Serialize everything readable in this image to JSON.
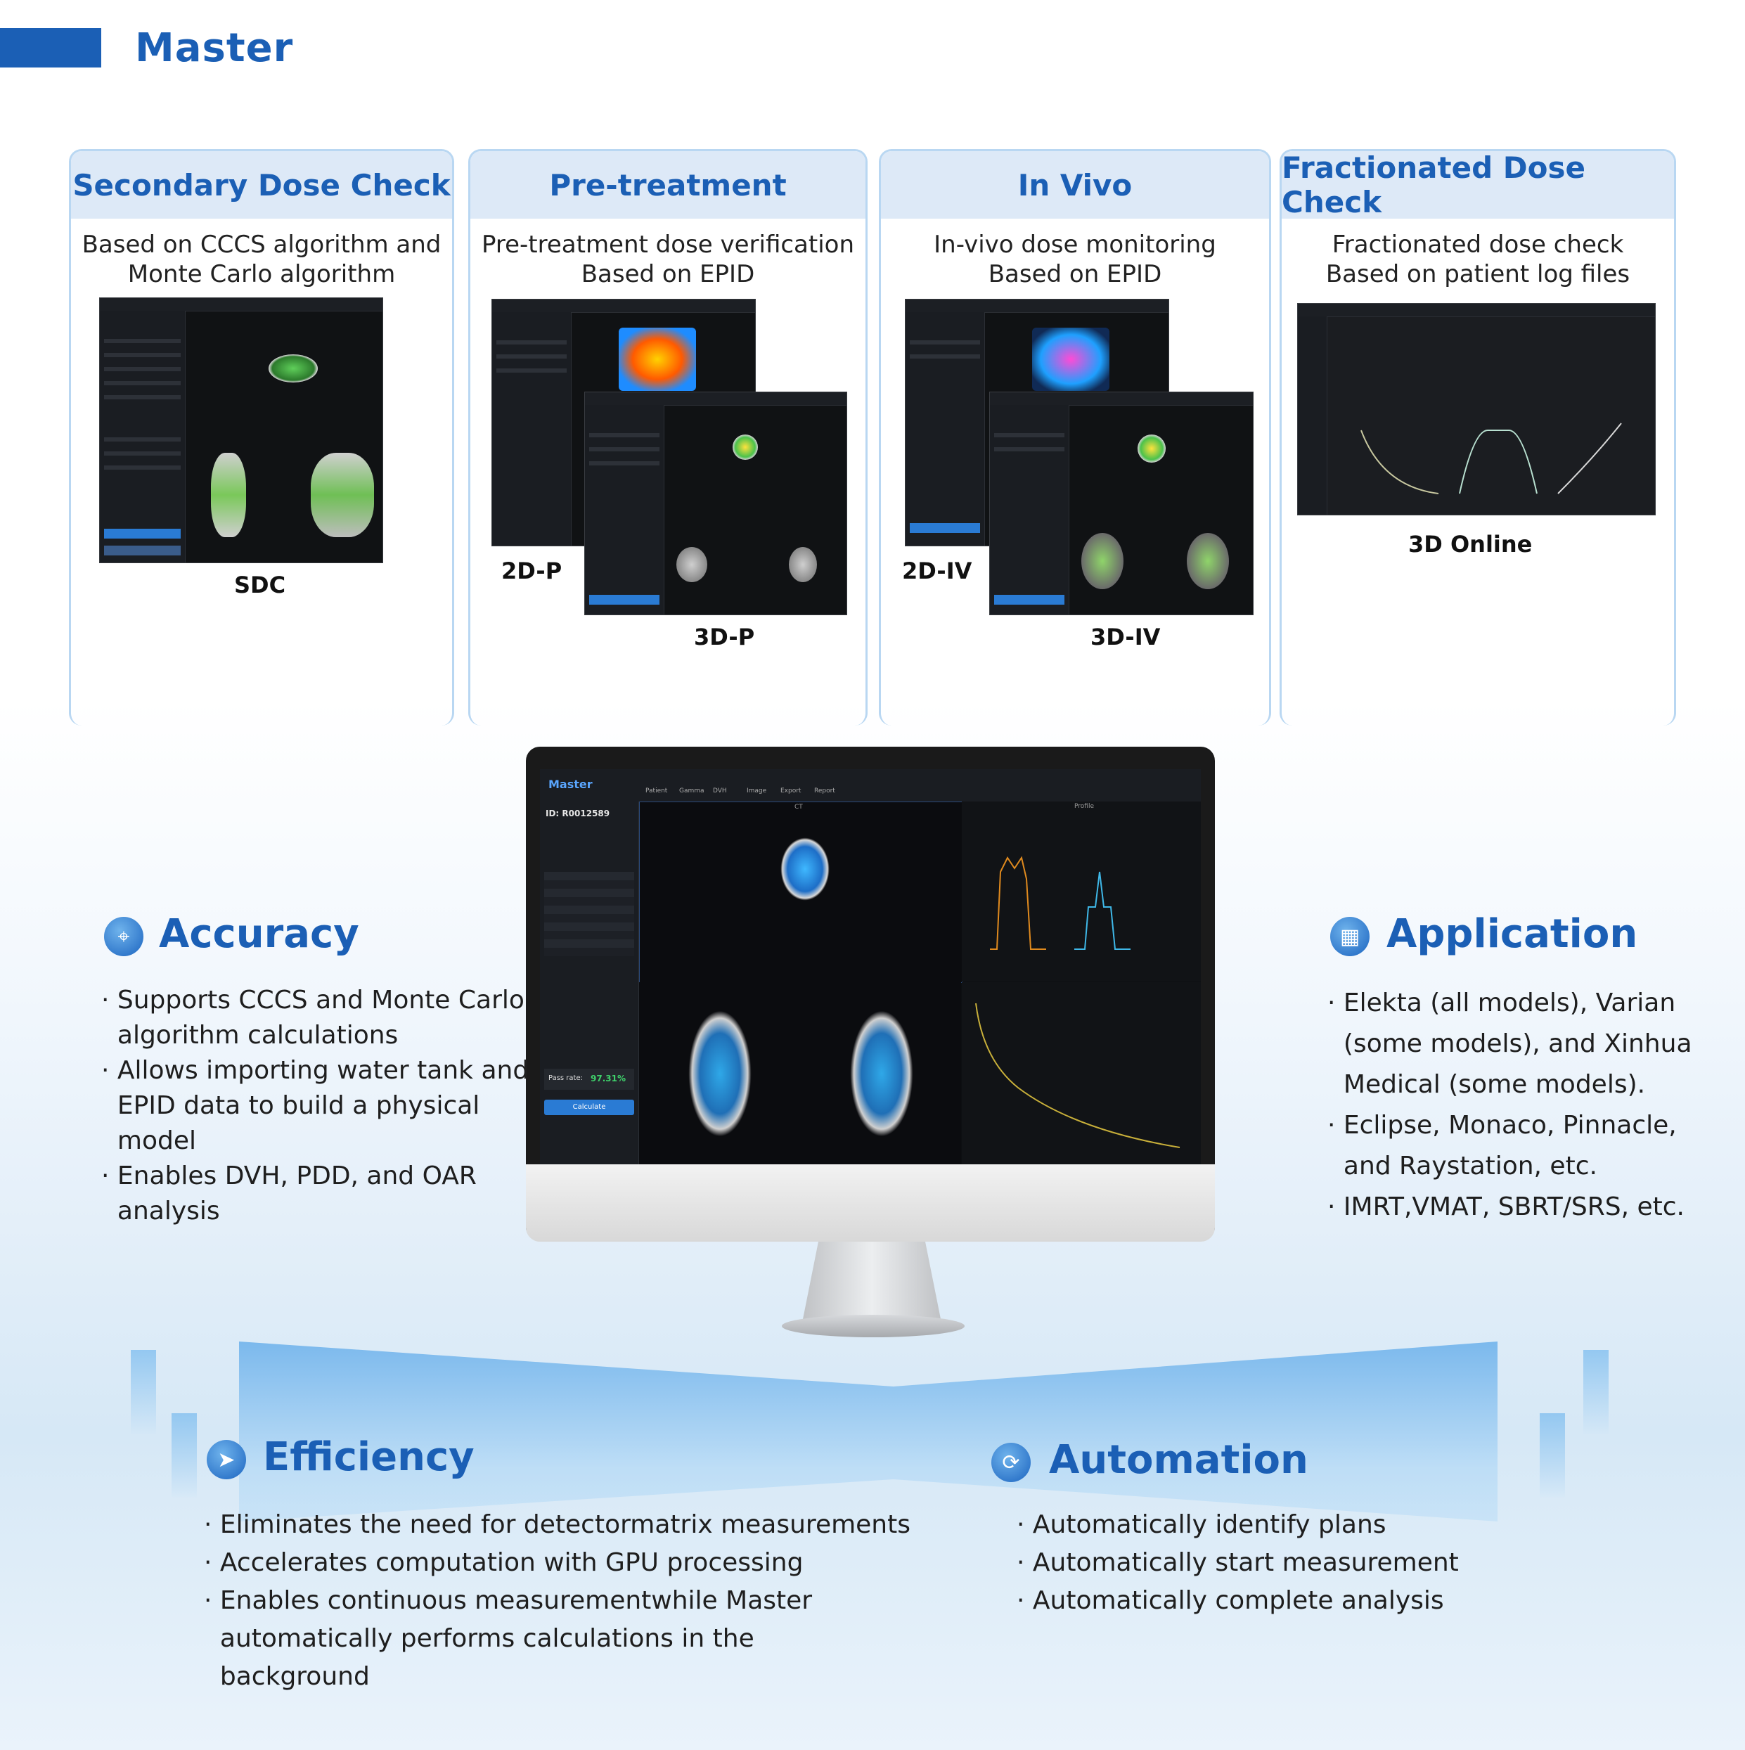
{
  "header": {
    "title": "Master"
  },
  "cards": [
    {
      "title": "Secondary Dose Check",
      "desc": [
        "Based on CCCS algorithm and",
        "Monte Carlo algorithm"
      ],
      "captions": [
        "SDC"
      ]
    },
    {
      "title": "Pre-treatment",
      "desc": [
        "Pre-treatment dose verification",
        "Based on EPID"
      ],
      "captions": [
        "2D-P",
        "3D-P"
      ]
    },
    {
      "title": "In Vivo",
      "desc": [
        "In-vivo dose monitoring",
        "Based on EPID"
      ],
      "captions": [
        "2D-IV",
        "3D-IV"
      ]
    },
    {
      "title": "Fractionated Dose Check",
      "desc": [
        "Fractionated dose check",
        "Based on patient log files"
      ],
      "captions": [
        "3D Online"
      ]
    }
  ],
  "features": {
    "accuracy": {
      "title": "Accuracy",
      "icon": "crosshair-icon",
      "bullets": [
        "· Supports CCCS and Monte Carlo",
        "  algorithm calculations",
        "· Allows importing water tank and",
        "  EPID data to build a physical",
        "  model",
        "· Enables DVH, PDD, and OAR",
        "  analysis"
      ]
    },
    "application": {
      "title": "Application",
      "icon": "grid-apps-icon",
      "bullets": [
        "· Elekta (all models), Varian",
        "  (some models), and Xinhua",
        "  Medical (some models).",
        "· Eclipse, Monaco, Pinnacle,",
        "  and Raystation, etc.",
        "· IMRT,VMAT, SBRT/SRS, etc."
      ]
    },
    "efficiency": {
      "title": "Efficiency",
      "icon": "paper-plane-icon",
      "bullets": [
        "· Eliminates the need for detectormatrix measurements",
        "· Accelerates computation with GPU processing",
        "· Enables continuous measurementwhile Master",
        "  automatically performs calculations in the",
        "  background"
      ]
    },
    "automation": {
      "title": "Automation",
      "icon": "refresh-icon",
      "bullets": [
        "· Automatically identify plans",
        "· Automatically start measurement",
        "· Automatically complete analysis"
      ]
    }
  },
  "monitor_ui": {
    "app_label": "Master",
    "id": "ID: R0012589",
    "pass_rate_label": "Pass rate:",
    "pass_rate": "97.31%",
    "calc_button": "Calculate",
    "panel_ct": "CT",
    "panel_profile": "Profile",
    "toolbar": [
      "Patient",
      "Gamma",
      "DVH",
      "Image",
      "Export",
      "Report"
    ]
  },
  "colors": {
    "brand": "#1b5fb5",
    "card_head_bg": "#dde9f7",
    "card_border": "#b9d7f2",
    "pass_green": "#3fd16b"
  }
}
